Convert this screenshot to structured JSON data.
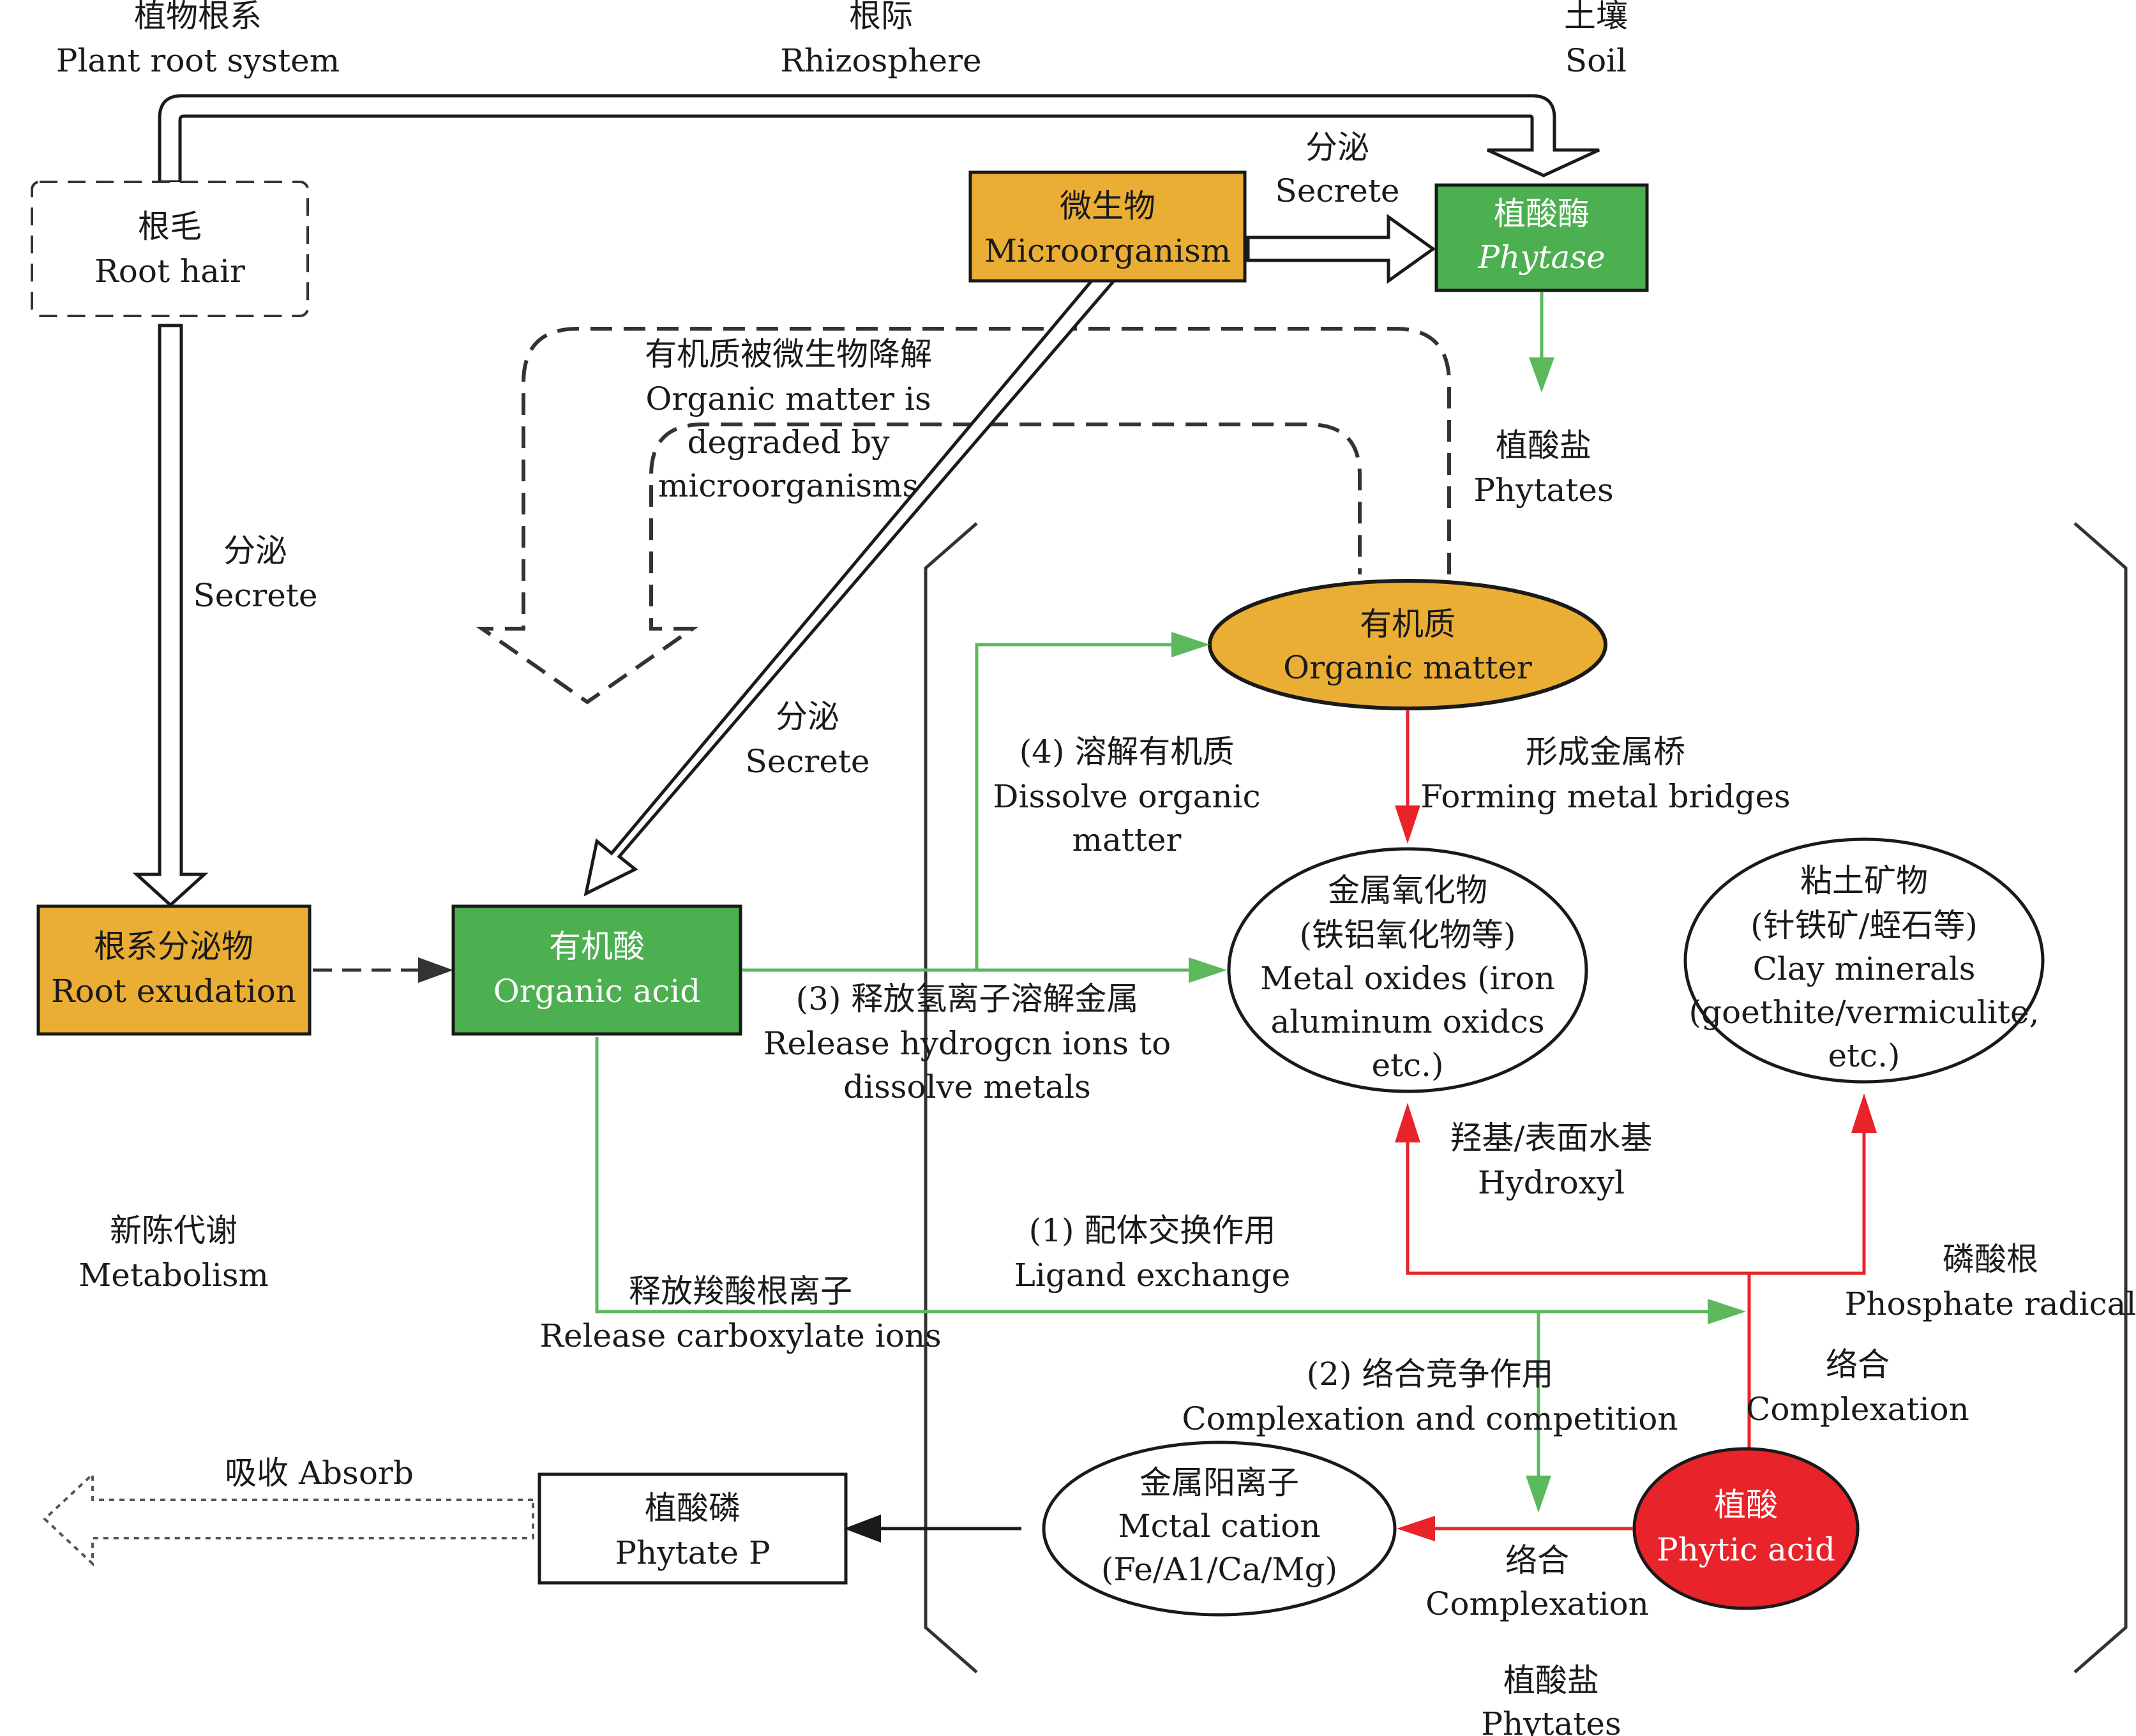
{
  "colors": {
    "orange": "#EBAE34",
    "green": "#4CAF50",
    "red": "#E8232A",
    "green_line": "#5BB85B",
    "red_line": "#E8232A",
    "dark": "#333333"
  },
  "headers": {
    "plant_root": {
      "zh": "植物根系",
      "en": "Plant root system"
    },
    "rhizosphere": {
      "zh": "根际",
      "en": "Rhizosphere"
    },
    "soil": {
      "zh": "土壤",
      "en": "Soil"
    }
  },
  "nodes": {
    "root_hair": {
      "zh": "根毛",
      "en": "Root hair"
    },
    "microorganism": {
      "zh": "微生物",
      "en": "Microorganism"
    },
    "phytase": {
      "zh": "植酸酶",
      "en": "Phytase"
    },
    "root_exudation": {
      "zh": "根系分泌物",
      "en": "Root exudation"
    },
    "organic_acid": {
      "zh": "有机酸",
      "en": "Organic acid"
    },
    "organic_matter": {
      "zh": "有机质",
      "en": "Organic matter"
    },
    "metal_oxides": {
      "zh1": "金属氧化物",
      "zh2": "(铁铝氧化物等)",
      "en1": "Metal oxides (iron",
      "en2": "aluminum oxidcs",
      "en3": "etc.)"
    },
    "clay_minerals": {
      "zh1": "粘土矿物",
      "zh2": "(针铁矿/蛭石等)",
      "en1": "Clay minerals",
      "en2": "(goethite/vermiculite,",
      "en3": "etc.)"
    },
    "phytate_p": {
      "zh": "植酸磷",
      "en": "Phytate P"
    },
    "metal_cation": {
      "zh": "金属阳离子",
      "en1": "Mctal cation",
      "en2": "(Fe/A1/Ca/Mg)"
    },
    "phytic_acid": {
      "zh": "植酸",
      "en": "Phytic acid"
    }
  },
  "labels": {
    "secrete_top": {
      "zh": "分泌",
      "en": "Secrete"
    },
    "secrete_left": {
      "zh": "分泌",
      "en": "Secrete"
    },
    "secrete_mid": {
      "zh": "分泌",
      "en": "Secrete"
    },
    "phytates_top": {
      "zh": "植酸盐",
      "en": "Phytates"
    },
    "phytates_bottom": {
      "zh": "植酸盐",
      "en": "Phytates"
    },
    "degraded": {
      "zh": "有机质被微生物降解",
      "en1": "Organic matter is",
      "en2": "degraded by",
      "en3": "microorganisms"
    },
    "dissolve_om": {
      "zh": "(4) 溶解有机质",
      "en1": "Dissolve organic",
      "en2": "matter"
    },
    "metal_bridges": {
      "zh": "形成金属桥",
      "en": "Forming metal bridges"
    },
    "release_h": {
      "zh": "(3) 释放氢离子溶解金属",
      "en1": "Release hydrogcn ions to",
      "en2": "dissolve metals"
    },
    "hydroxyl": {
      "zh": "羟基/表面水基",
      "en": "Hydroxyl"
    },
    "metabolism": {
      "zh": "新陈代谢",
      "en": "Metabolism"
    },
    "ligand": {
      "zh": "(1) 配体交换作用",
      "en": "Ligand exchange"
    },
    "carboxylate": {
      "zh": "释放羧酸根离子",
      "en": "Release carboxylate ions"
    },
    "phosphate_radical": {
      "zh": "磷酸根",
      "en": "Phosphate radical"
    },
    "complexation_comp": {
      "zh": "(2) 络合竞争作用",
      "en": "Complexation and competition"
    },
    "complexation_right": {
      "zh": "络合",
      "en": "Complexation"
    },
    "complexation_bottom": {
      "zh": "络合",
      "en": "Complexation"
    },
    "absorb": "吸收 Absorb"
  }
}
